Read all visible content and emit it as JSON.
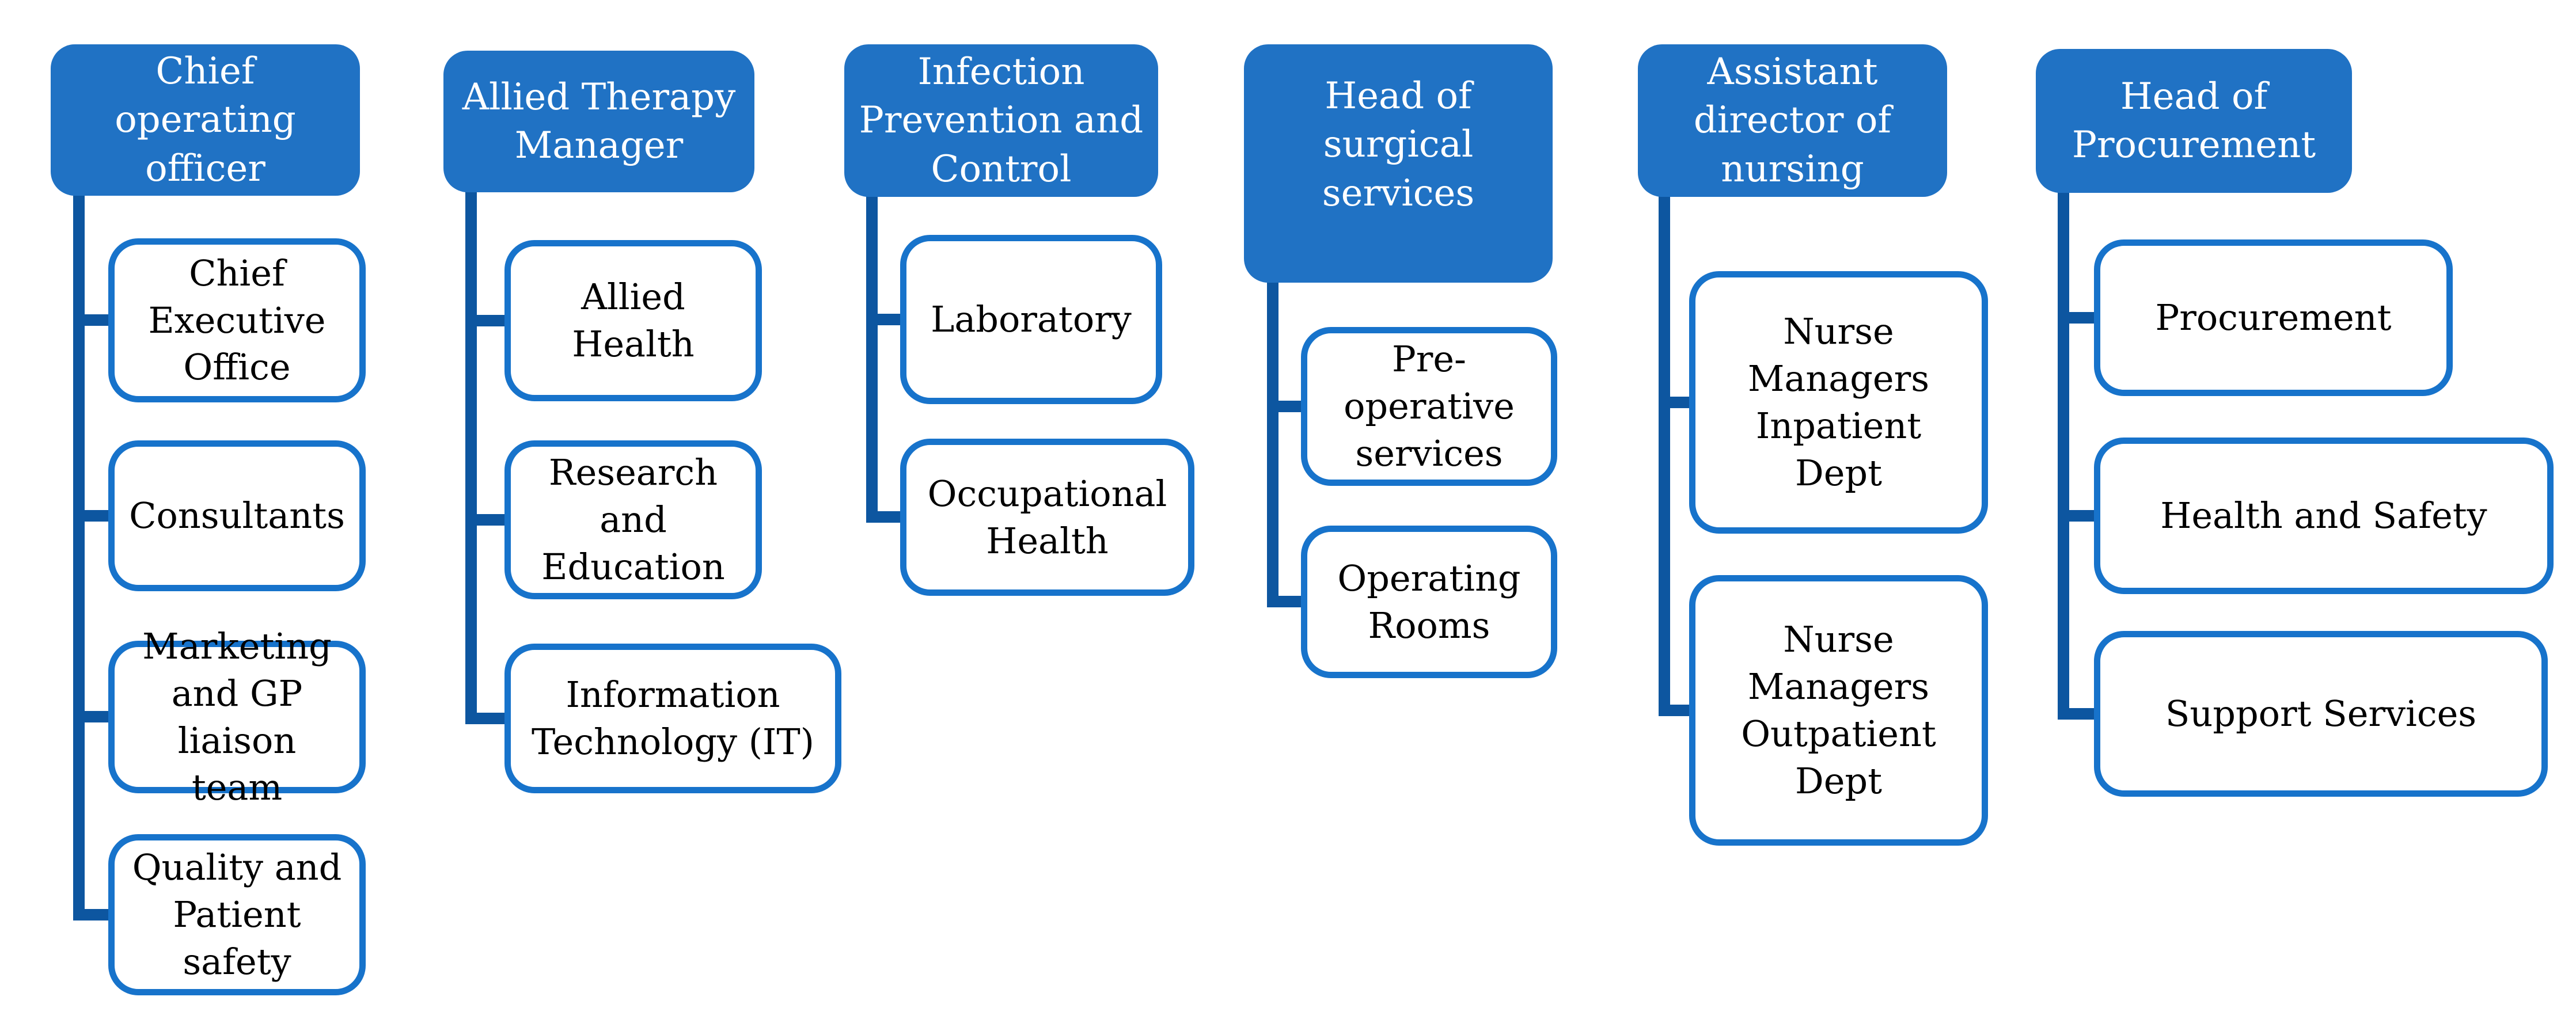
{
  "colors": {
    "header_fill": "#2072C4",
    "child_border": "#1773CB",
    "connector_line": "#0D56A0",
    "header_text": "#FFFFFF",
    "child_text": "#000000",
    "background": "#FFFFFF"
  },
  "columns": [
    {
      "header": {
        "label": "Chief\noperating\nofficer"
      },
      "children": [
        {
          "label": "Chief\nExecutive\nOffice"
        },
        {
          "label": "Consultants"
        },
        {
          "label": "Marketing\nand GP\nliaison team"
        },
        {
          "label": "Quality and\nPatient\nsafety"
        }
      ]
    },
    {
      "header": {
        "label": "Allied Therapy\nManager"
      },
      "children": [
        {
          "label": "Allied\nHealth"
        },
        {
          "label": "Research\nand\nEducation"
        },
        {
          "label": "Information\nTechnology (IT)"
        }
      ]
    },
    {
      "header": {
        "label": "Infection\nPrevention and\nControl"
      },
      "children": [
        {
          "label": "Laboratory"
        },
        {
          "label": "Occupational\nHealth"
        }
      ]
    },
    {
      "header": {
        "label": "Head of\nsurgical\nservices"
      },
      "children": [
        {
          "label": "Pre-\noperative\nservices"
        },
        {
          "label": "Operating\nRooms"
        }
      ]
    },
    {
      "header": {
        "label": "Assistant\ndirector of\nnursing"
      },
      "children": [
        {
          "label": "Nurse\nManagers\nInpatient\nDept"
        },
        {
          "label": "Nurse\nManagers\nOutpatient\nDept"
        }
      ]
    },
    {
      "header": {
        "label": "Head of\nProcurement"
      },
      "children": [
        {
          "label": "Procurement"
        },
        {
          "label": "Health and Safety"
        },
        {
          "label": "Support Services"
        }
      ]
    }
  ]
}
